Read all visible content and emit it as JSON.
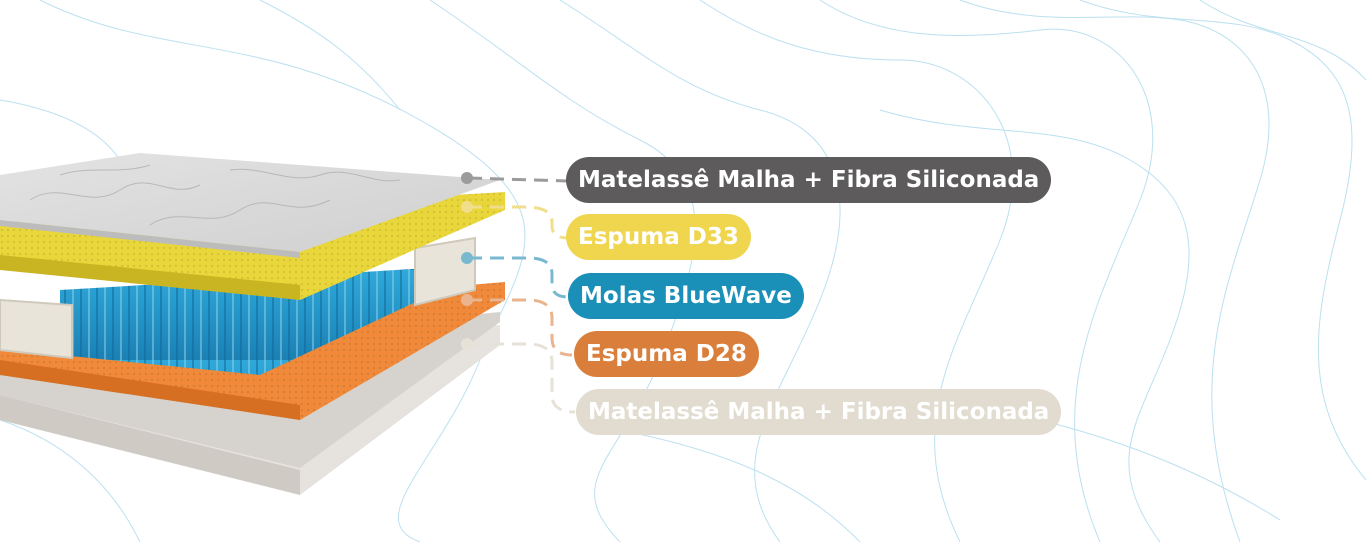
{
  "layers": [
    {
      "label": "Matelassê Malha + Fibra Siliconada",
      "color": "#5d5b5c",
      "line_color": "#9b9b9b"
    },
    {
      "label": "Espuma D33",
      "color": "#f0d64f",
      "line_color": "#f0de8a"
    },
    {
      "label": "Molas BlueWave",
      "color": "#1a8fb7",
      "line_color": "#79b9cf"
    },
    {
      "label": "Espuma D28",
      "color": "#d97f3b",
      "line_color": "#e9b48e"
    },
    {
      "label": "Matelassê Malha + Fibra Siliconada",
      "color": "#e1dccf",
      "line_color": "#e6e2d8"
    }
  ],
  "background_line_color": "#9fd4ea"
}
